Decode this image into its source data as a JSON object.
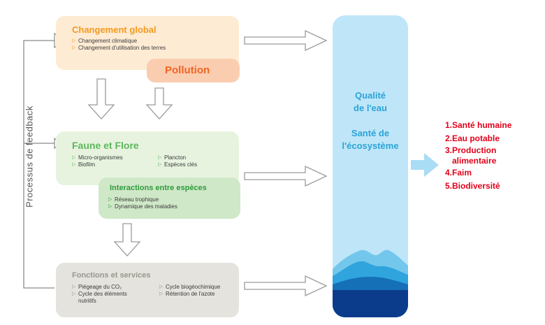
{
  "feedback_label": "Processus de feedback",
  "colors": {
    "global": "#fdebd3",
    "global_title": "#f59a1f",
    "pollution": "#fbcdb0",
    "pollution_title": "#ee6424",
    "fauna": "#e7f3df",
    "fauna_title": "#5cb85c",
    "interactions": "#cfe8c8",
    "interactions_title": "#2e9a3c",
    "functions": "#e4e3de",
    "functions_title": "#9a968d",
    "column": "#bfe6f8",
    "column_text": "#2aa3d8",
    "outcomes": "#e2001a",
    "arrow": "#888888"
  },
  "global": {
    "title": "Changement global",
    "items": [
      "Changement climatique",
      "Changement d'utilisation des terres"
    ]
  },
  "pollution": {
    "title": "Pollution"
  },
  "fauna": {
    "title": "Faune et Flore",
    "items_left": [
      "Micro-organismes",
      "Biofilm"
    ],
    "items_right": [
      "Plancton",
      "Espèces clés"
    ]
  },
  "interactions": {
    "title": "Interactions entre espèces",
    "items": [
      "Réseau trophique",
      "Dynamique des maladies"
    ]
  },
  "functions": {
    "title": "Fonctions et services",
    "items_left": [
      "Piégeage du CO₂",
      "Cycle des éléments",
      "nutritifs"
    ],
    "items_right": [
      "Cycle biogéochimique",
      "Rétention de l'azote"
    ]
  },
  "column": {
    "line1": "Qualité",
    "line2": "de l'eau",
    "line3": "Santé de",
    "line4": "l'écosystème"
  },
  "outcomes": [
    "1.Santé humaine",
    "2.Eau potable",
    "3.Production",
    "alimentaire",
    "4.Faim",
    "5.Biodiversité"
  ]
}
